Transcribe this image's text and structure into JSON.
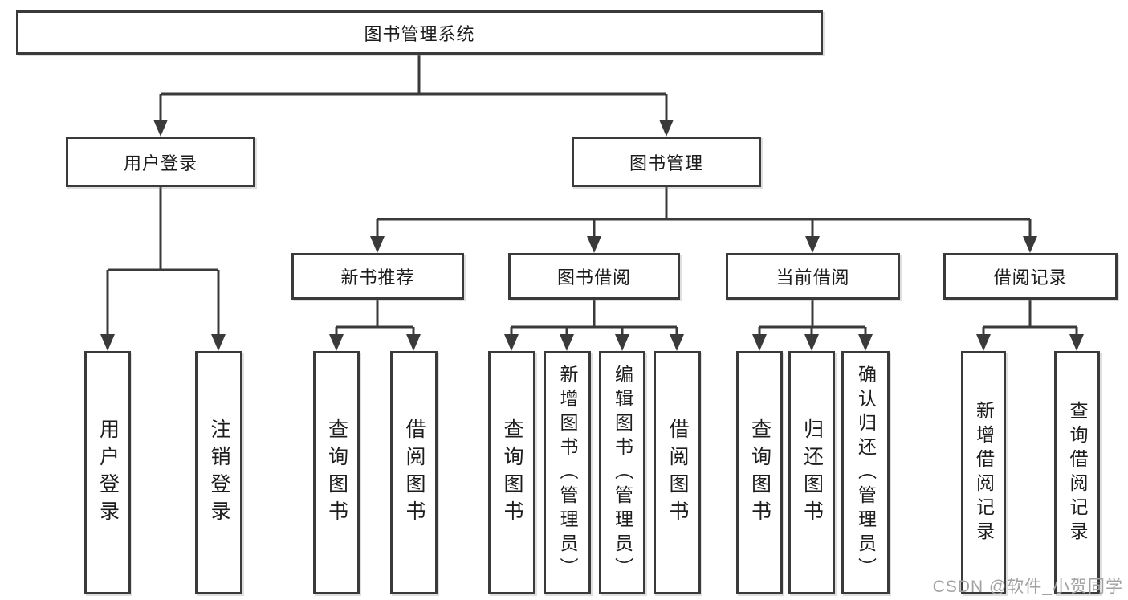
{
  "page": {
    "watermark": "CSDN @软件_小贺同学"
  },
  "colors": {
    "line": "#3a3a3a",
    "box_border": "#3a3a3a",
    "text": "#1d1d1d",
    "watermark": "#a2a2a2",
    "background": "#ffffff"
  },
  "tree": {
    "root": "图书管理系统",
    "branches": [
      {
        "label": "用户登录",
        "leaves": [
          "用户登录",
          "注销登录"
        ]
      },
      {
        "label": "图书管理",
        "groups": [
          {
            "label": "新书推荐",
            "leaves": [
              "查询图书",
              "借阅图书"
            ]
          },
          {
            "label": "图书借阅",
            "leaves": [
              "查询图书",
              "新增图书（管理员）",
              "编辑图书（管理员）",
              "借阅图书"
            ]
          },
          {
            "label": "当前借阅",
            "leaves": [
              "查询图书",
              "归还图书",
              "确认归还（管理员）"
            ]
          },
          {
            "label": "借阅记录",
            "leaves": [
              "新增借阅记录",
              "查询借阅记录"
            ]
          }
        ]
      }
    ]
  }
}
